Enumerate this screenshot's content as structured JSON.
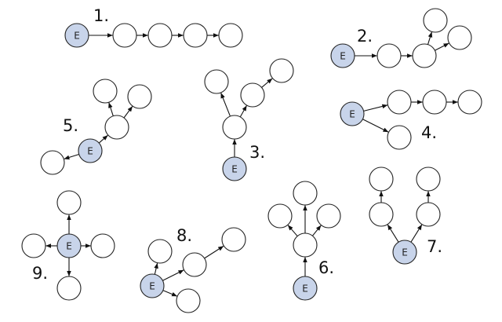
{
  "colors": {
    "entry_fill": "#c8d4ea",
    "node_fill": "#ffffff",
    "stroke": "#222222",
    "arrow": "#111111"
  },
  "diagrams": [
    {
      "number": "1.",
      "entry_label": "E",
      "nodes": [
        "entry",
        "n1",
        "n2",
        "n3",
        "n4"
      ],
      "edges": [
        [
          "entry",
          "n1"
        ],
        [
          "n1",
          "n2"
        ],
        [
          "n2",
          "n3"
        ],
        [
          "n3",
          "n4"
        ]
      ]
    },
    {
      "number": "2.",
      "entry_label": "E",
      "nodes": [
        "entry",
        "n1",
        "n2",
        "n3",
        "n4"
      ],
      "edges": [
        [
          "entry",
          "n1"
        ],
        [
          "n1",
          "n2"
        ],
        [
          "n2",
          "n3"
        ],
        [
          "n2",
          "n4"
        ]
      ]
    },
    {
      "number": "3.",
      "entry_label": "E",
      "nodes": [
        "entry",
        "n1",
        "n2",
        "n3",
        "n4"
      ],
      "edges": [
        [
          "entry",
          "n1"
        ],
        [
          "n1",
          "n2"
        ],
        [
          "n1",
          "n3"
        ],
        [
          "n3",
          "n4"
        ]
      ]
    },
    {
      "number": "4.",
      "entry_label": "E",
      "nodes": [
        "entry",
        "n1",
        "n2",
        "n3",
        "n4"
      ],
      "edges": [
        [
          "entry",
          "n1"
        ],
        [
          "n1",
          "n2"
        ],
        [
          "n2",
          "n3"
        ],
        [
          "entry",
          "n4"
        ]
      ]
    },
    {
      "number": "5.",
      "entry_label": "E",
      "nodes": [
        "entry",
        "n1",
        "n2",
        "n3",
        "n4"
      ],
      "edges": [
        [
          "entry",
          "n1"
        ],
        [
          "n1",
          "n2"
        ],
        [
          "n1",
          "n3"
        ],
        [
          "entry",
          "n4"
        ]
      ]
    },
    {
      "number": "6.",
      "entry_label": "E",
      "nodes": [
        "entry",
        "n1",
        "n2",
        "n3",
        "n4"
      ],
      "edges": [
        [
          "entry",
          "n1"
        ],
        [
          "n1",
          "n2"
        ],
        [
          "n1",
          "n3"
        ],
        [
          "n1",
          "n4"
        ]
      ]
    },
    {
      "number": "7.",
      "entry_label": "E",
      "nodes": [
        "entry",
        "n1",
        "n2",
        "n3",
        "n4"
      ],
      "edges": [
        [
          "entry",
          "n1"
        ],
        [
          "n1",
          "n2"
        ],
        [
          "entry",
          "n3"
        ],
        [
          "n3",
          "n4"
        ]
      ]
    },
    {
      "number": "8.",
      "entry_label": "E",
      "nodes": [
        "entry",
        "n1",
        "n2",
        "n3",
        "n4"
      ],
      "edges": [
        [
          "entry",
          "n1"
        ],
        [
          "entry",
          "n2"
        ],
        [
          "n2",
          "n3"
        ],
        [
          "entry",
          "n4"
        ]
      ]
    },
    {
      "number": "9.",
      "entry_label": "E",
      "nodes": [
        "entry",
        "n1",
        "n2",
        "n3",
        "n4"
      ],
      "edges": [
        [
          "entry",
          "n1"
        ],
        [
          "entry",
          "n2"
        ],
        [
          "entry",
          "n3"
        ],
        [
          "entry",
          "n4"
        ]
      ]
    }
  ]
}
